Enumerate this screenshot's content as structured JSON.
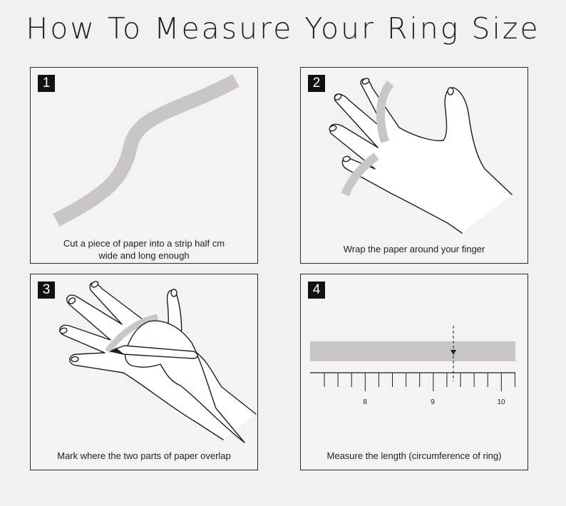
{
  "title": "How To Measure Your Ring Size",
  "steps": [
    {
      "number": "1",
      "caption_lines": [
        "Cut a piece of paper into a strip half cm",
        "wide and long enough"
      ]
    },
    {
      "number": "2",
      "caption_lines": [
        "Wrap the paper around your finger"
      ]
    },
    {
      "number": "3",
      "caption_lines": [
        "Mark where the two parts of paper overlap"
      ]
    },
    {
      "number": "4",
      "caption_lines": [
        "Measure the length (circumference of ring)"
      ]
    }
  ],
  "ruler": {
    "labels": [
      "8",
      "9",
      "10"
    ]
  },
  "colors": {
    "strip": "#c9c6c6",
    "line": "#1e1e1e",
    "background": "#f1f1f1"
  }
}
